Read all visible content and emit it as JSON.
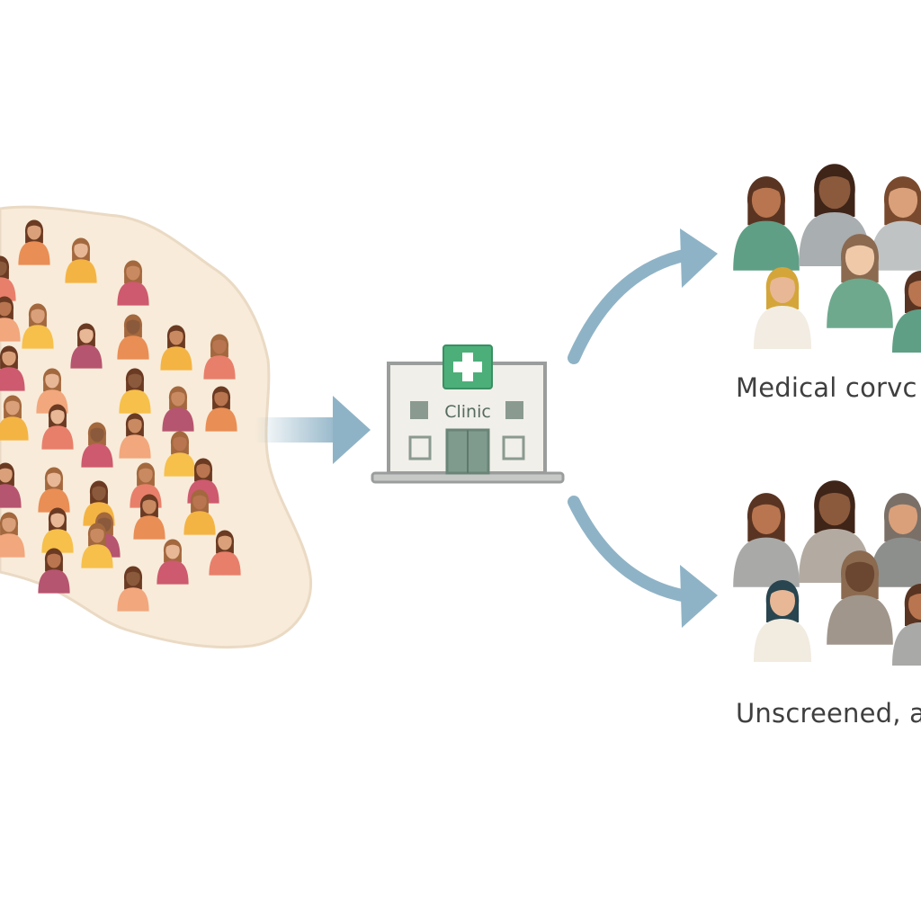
{
  "clinic": {
    "sign": "Clinic",
    "cross_color": "#4caf7a"
  },
  "outcomes": {
    "top_label": "Medical corvc",
    "bottom_label": "Unscreened, a"
  },
  "colors": {
    "region_fill": "#f8ebd9",
    "region_stroke": "#eadac4",
    "arrow": "#8fb3c6",
    "clinic_wall": "#f1efe9",
    "clinic_trim": "#9a9d9c",
    "door": "#7e9b8d"
  },
  "population": {
    "shirt_palette": [
      "#e98e55",
      "#f4b443",
      "#e87f6b",
      "#cd5a6e",
      "#f2a77d",
      "#f6c04a",
      "#b6556f"
    ],
    "hair_palette": [
      "#6b3a22",
      "#8a4a2a",
      "#4a2a1c",
      "#a3683e",
      "#2e1e18",
      "#c9a98a"
    ],
    "skin_palette": [
      "#d9a07a",
      "#c98a62",
      "#e8b795",
      "#b8754f",
      "#8b5a3c"
    ]
  },
  "group_top": {
    "shirt_palette": [
      "#5f9f86",
      "#a9aeb0",
      "#c0c3c3",
      "#f2ece2",
      "#6ea98e"
    ],
    "hair_palette": [
      "#5a3422",
      "#3f2418",
      "#7a4a2e",
      "#d4a63a",
      "#8b6a50"
    ],
    "skin_palette": [
      "#b8754f",
      "#8b5a3c",
      "#d9a07a",
      "#e8b795",
      "#f0c9a8"
    ]
  },
  "group_bottom": {
    "shirt_palette": [
      "#a9aaa8",
      "#b3aba2",
      "#8d8f8c",
      "#f1ebe0",
      "#a0968b"
    ],
    "hair_palette": [
      "#5a3422",
      "#3f2418",
      "#7a7068",
      "#29454f",
      "#8b6a50"
    ],
    "skin_palette": [
      "#b8754f",
      "#8b5a3c",
      "#d9a07a",
      "#e8b795",
      "#6b4630"
    ]
  }
}
